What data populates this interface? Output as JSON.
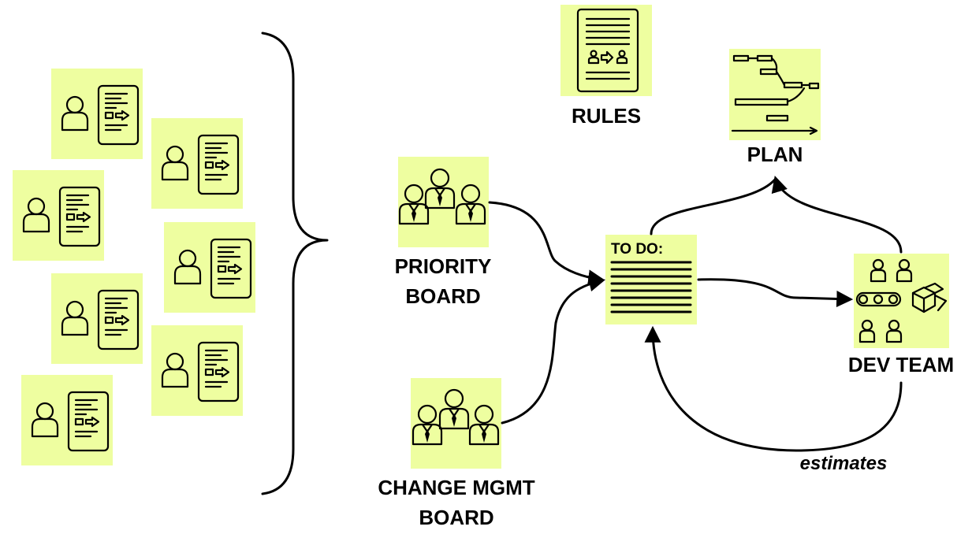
{
  "colors": {
    "sticky_note": "#eefea0",
    "line": "#000000"
  },
  "icons": [
    "person-icon",
    "document-icon",
    "people-group-icon",
    "rules-document-icon",
    "gantt-plan-icon",
    "team-pipeline-icon"
  ],
  "labels": {
    "rules": "RULES",
    "plan": "PLAN",
    "priority_board_line1": "PRIORITY",
    "priority_board_line2": "BOARD",
    "change_board_line1": "CHANGE MGMT",
    "change_board_line2": "BOARD",
    "todo": "TO DO:",
    "dev_team": "DEV TEAM",
    "estimates": "estimates"
  }
}
